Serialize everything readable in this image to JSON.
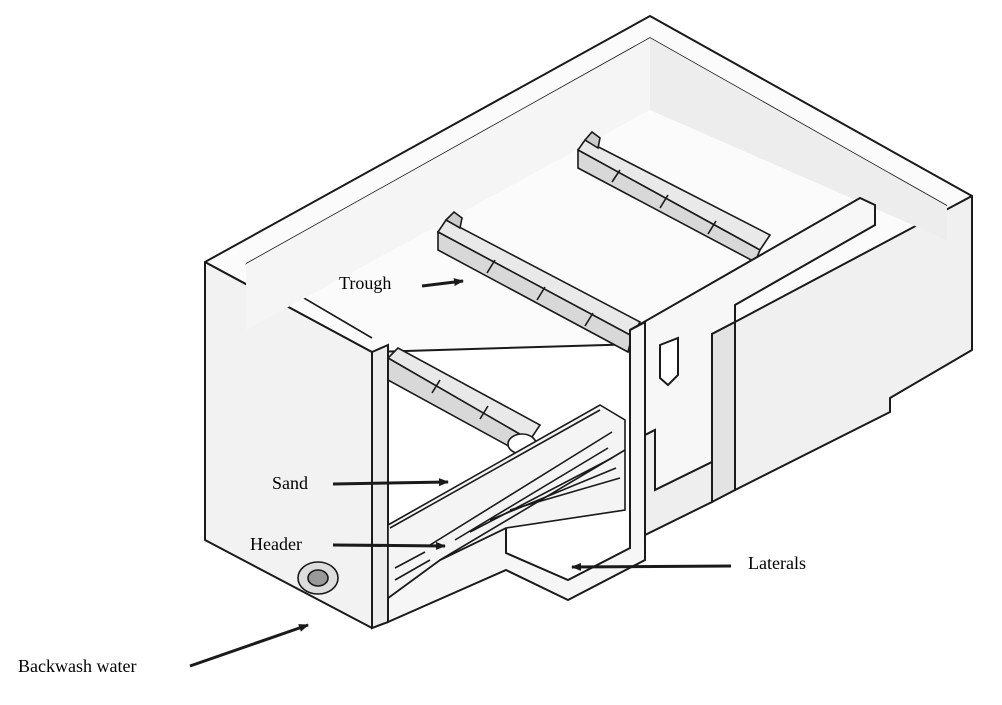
{
  "labels": {
    "trough": "Trough",
    "sand": "Sand",
    "header": "Header",
    "laterals": "Laterals",
    "backwash_water": "Backwash water"
  },
  "colors": {
    "line": "#1a1a1a",
    "wall_fill": "#f7f7f7",
    "wall_shade": "#e8e8e8",
    "background": "#ffffff"
  }
}
